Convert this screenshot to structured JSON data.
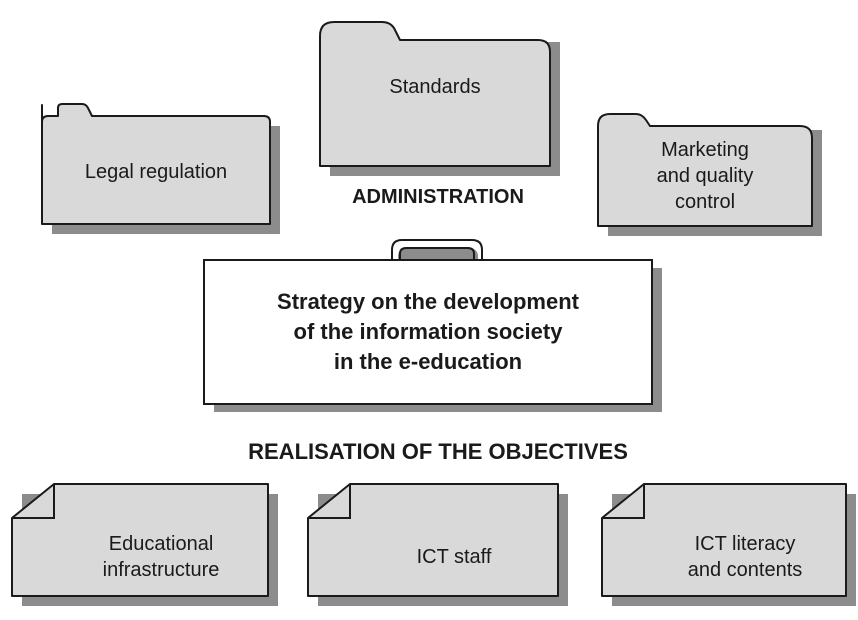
{
  "folders": [
    {
      "id": "legal",
      "label": "Legal regulation"
    },
    {
      "id": "standards",
      "label": "Standards"
    },
    {
      "id": "marketing",
      "label": "Marketing\nand quality\ncontrol"
    }
  ],
  "administration_label": "ADMINISTRATION",
  "strategy_label": "Strategy on the development\nof the information society\nin the e-education",
  "realisation_label": "REALISATION OF THE OBJECTIVES",
  "documents": [
    {
      "id": "infrastructure",
      "label": "Educational\ninfrastructure"
    },
    {
      "id": "staff",
      "label": "ICT staff"
    },
    {
      "id": "literacy",
      "label": "ICT literacy\nand contents"
    }
  ],
  "colors": {
    "box_fill": "#d9d9d9",
    "shadow": "#8c8c8c",
    "stroke": "#1a1a1a",
    "strategy_fill": "#ffffff"
  }
}
